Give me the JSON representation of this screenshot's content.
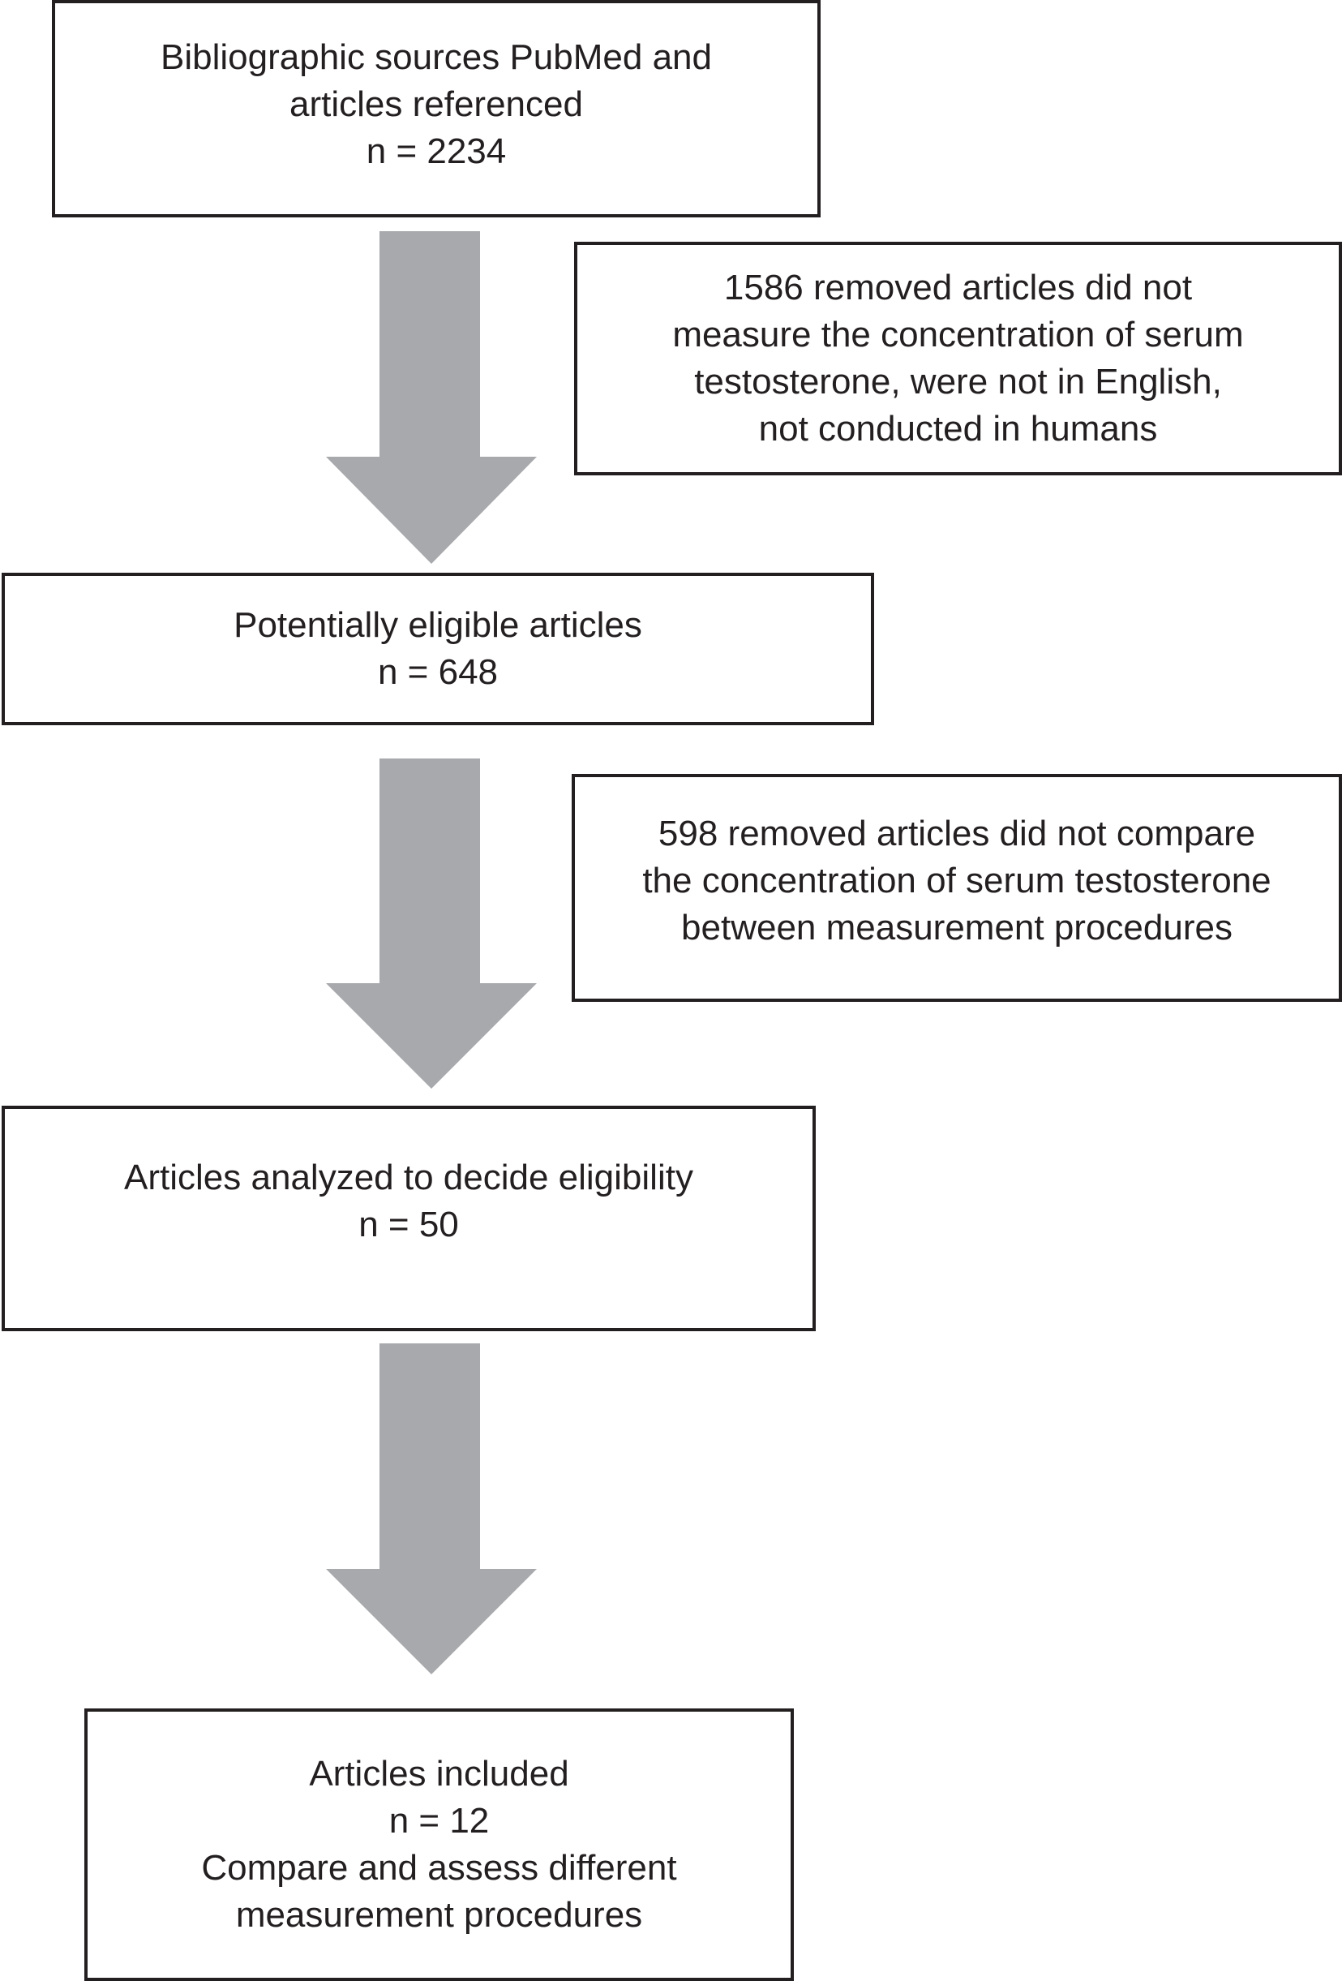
{
  "flow": {
    "box1": {
      "lines": [
        "Bibliographic sources PubMed and",
        "articles referenced",
        "n = 2234"
      ]
    },
    "excl1": {
      "lines": [
        "1586 removed articles did not",
        "measure the concentration of serum",
        "testosterone, were not in English,",
        "not conducted in humans"
      ]
    },
    "box2": {
      "lines": [
        "Potentially eligible articles",
        "n = 648"
      ]
    },
    "excl2": {
      "lines": [
        "598 removed articles did not compare",
        "the concentration of serum testosterone",
        "between measurement procedures"
      ]
    },
    "box3": {
      "lines": [
        "Articles analyzed to decide eligibility",
        "n = 50"
      ]
    },
    "box4": {
      "lines": [
        "Articles included",
        "n = 12",
        "Compare and assess different",
        "measurement procedures"
      ]
    }
  },
  "colors": {
    "arrow": "#a7a9ac",
    "border": "#231f20",
    "text": "#231f20"
  }
}
